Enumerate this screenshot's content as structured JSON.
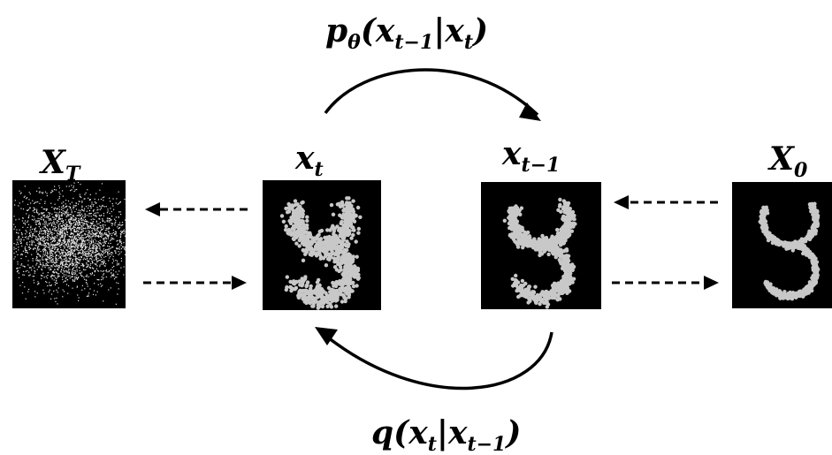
{
  "labels": {
    "reverse_process": {
      "p": "p",
      "theta": "θ",
      "open": "(",
      "x1": "x",
      "sub1": "t−1",
      "bar": "|",
      "x2": "x",
      "sub2": "t",
      "close": ")"
    },
    "forward_process": {
      "q": "q",
      "open": "(",
      "x1": "x",
      "sub1": "t",
      "bar": "|",
      "x2": "x",
      "sub2": "t−1",
      "close": ")"
    },
    "xT": {
      "base": "X",
      "sub": "T"
    },
    "xt": {
      "base": "x",
      "sub": "t"
    },
    "xt1": {
      "base": "x",
      "sub": "t−1"
    },
    "x0": {
      "base": "X",
      "sub": "0"
    }
  },
  "colors": {
    "panel_bg": "#000000",
    "particle": "#c8c8c8",
    "arrow": "#000000"
  },
  "panels": {
    "xT": {
      "kind": "gaussian-noise",
      "particles": 2600
    },
    "xt": {
      "kind": "noisy-s",
      "particles": 900
    },
    "xt1": {
      "kind": "less-noisy-s",
      "particles": 900
    },
    "x0": {
      "kind": "clean-s",
      "particles": 900
    }
  }
}
